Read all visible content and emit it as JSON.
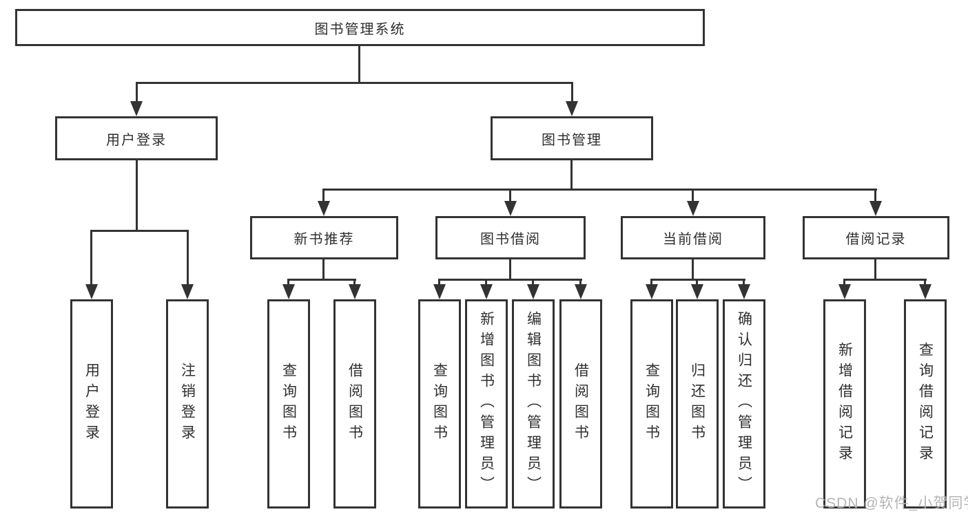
{
  "diagram": {
    "root": "图书管理系统",
    "level2": [
      "用户登录",
      "图书管理"
    ],
    "level3": [
      "新书推荐",
      "图书借阅",
      "当前借阅",
      "借阅记录"
    ],
    "leaves": [
      "用户登录",
      "注销登录",
      "查询图书",
      "借阅图书",
      "查询图书",
      "新增图书（管理员）",
      "编辑图书（管理员）",
      "借阅图书",
      "查询图书",
      "归还图书",
      "确认归还（管理员）",
      "新增借阅记录",
      "查询借阅记录"
    ]
  },
  "watermark": "CSDN @软件_小贺同学",
  "colors": {
    "line": "#333333",
    "text": "#2f2f2f",
    "box_fill": "#ffffff",
    "watermark": "#b5b5b5"
  }
}
